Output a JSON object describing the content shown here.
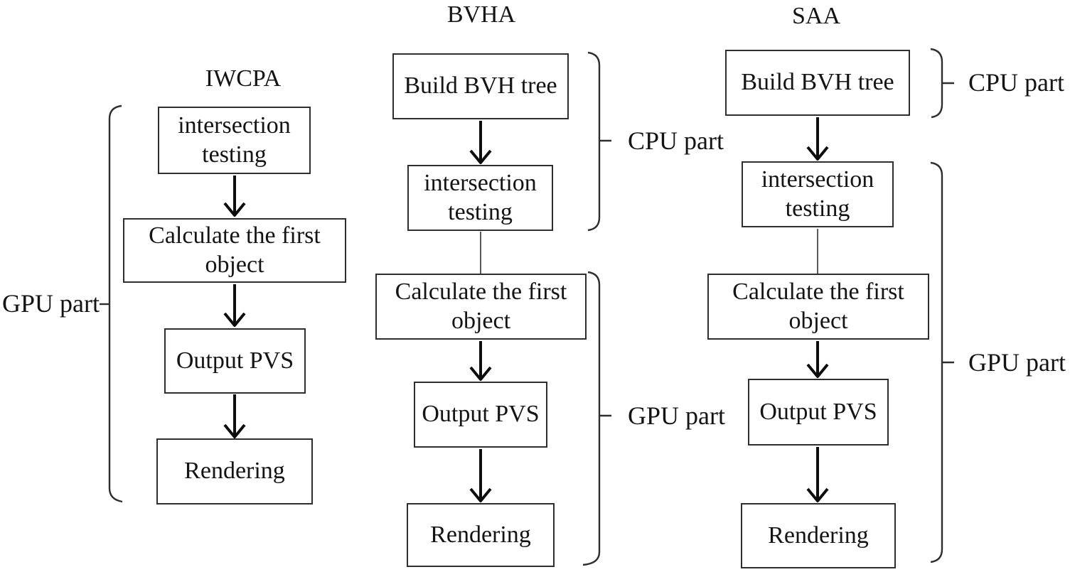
{
  "figure": {
    "description": "Comparison flowcharts of three ray-casting algorithms showing which stages run on CPU vs GPU",
    "columns": [
      {
        "id": "iwcpa",
        "title": "IWCPA",
        "boxes": [
          "intersection testing",
          "Calculate the first object",
          "Output PVS",
          "Rendering"
        ],
        "flow": [
          "intersection testing -> Calculate the first object",
          "Calculate the first object -> Output PVS",
          "Output PVS -> Rendering"
        ],
        "brackets": [
          {
            "label": "GPU part",
            "side": "left",
            "covers": "intersection testing through Rendering"
          }
        ]
      },
      {
        "id": "bvha",
        "title": "BVHA",
        "boxes": [
          "Build BVH tree",
          "intersection testing",
          "Calculate the first object",
          "Output PVS",
          "Rendering"
        ],
        "flow": [
          "Build BVH tree -> intersection testing",
          "intersection testing -> Calculate the first object",
          "Calculate the first object -> Output PVS",
          "Output PVS -> Rendering"
        ],
        "brackets": [
          {
            "label": "CPU part",
            "side": "right",
            "covers": "Build BVH tree through intersection testing"
          },
          {
            "label": "GPU part",
            "side": "right",
            "covers": "Calculate the first object through Rendering"
          }
        ]
      },
      {
        "id": "saa",
        "title": "SAA",
        "boxes": [
          "Build BVH tree",
          "intersection testing",
          "Calculate the first object",
          "Output PVS",
          "Rendering"
        ],
        "flow": [
          "Build BVH tree -> intersection testing",
          "intersection testing -> Calculate the first object",
          "Calculate the first object -> Output PVS",
          "Output PVS -> Rendering"
        ],
        "brackets": [
          {
            "label": "CPU part",
            "side": "right",
            "covers": "Build BVH tree"
          },
          {
            "label": "GPU part",
            "side": "right",
            "covers": "intersection testing through Rendering"
          }
        ]
      }
    ],
    "colors": {
      "background": "#ffffff",
      "ink": "#141414",
      "box_border": "#2e2e2e",
      "arrow": "#0d0d0d",
      "thin_connector": "#5a5a5a",
      "bracket": "#2e2e2e"
    }
  }
}
